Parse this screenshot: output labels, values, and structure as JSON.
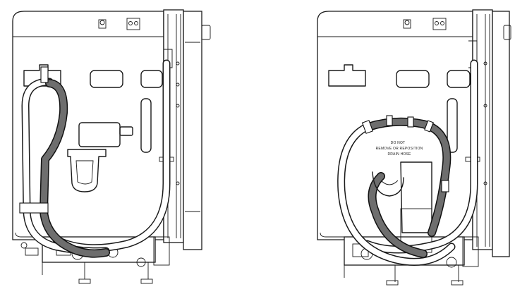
{
  "figure": {
    "views": [
      {
        "id": "left",
        "hose_routing": "drain hose routed inside left"
      },
      {
        "id": "right",
        "hose_routing": "drain hose looped over sump"
      }
    ],
    "label": {
      "line1": "DO NOT",
      "line2": "REMOVE OR REPOSITION",
      "line3": "DRAIN HOSE"
    }
  },
  "colors": {
    "line": "#1a1a1a",
    "hose_fill": "#6e6e6e",
    "background": "#ffffff"
  }
}
